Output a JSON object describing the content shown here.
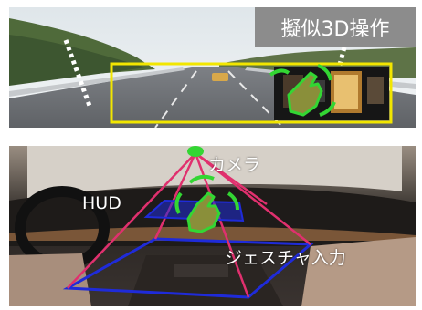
{
  "top": {
    "badge": "擬似3D操作"
  },
  "bottom": {
    "labels": {
      "camera": "カメラ",
      "hud": "HUD",
      "gesture": "ジェスチャ入力"
    }
  },
  "colors": {
    "frame_yellow": "#f2e600",
    "pyramid_pink": "#e0306e",
    "plane_blue": "#1f2bd9",
    "hand_green": "#33d633",
    "badge_gray": "#8c8c8c"
  }
}
